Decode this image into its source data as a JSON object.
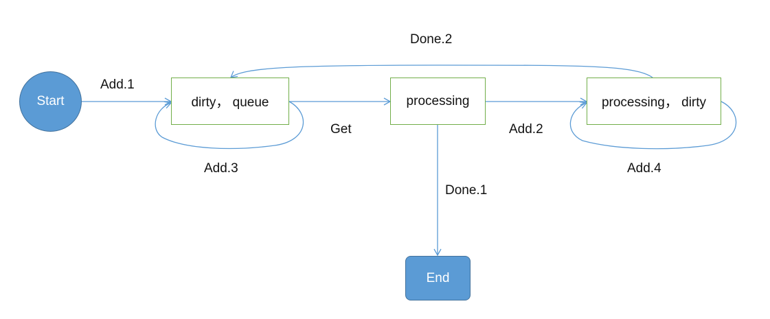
{
  "nodes": {
    "start": "Start",
    "dirty_queue": "dirty， queue",
    "processing": "processing",
    "processing_dirty": "processing， dirty",
    "end": "End"
  },
  "edges": {
    "add1": "Add.1",
    "get": "Get",
    "add2": "Add.2",
    "add3": "Add.3",
    "add4": "Add.4",
    "done1": "Done.1",
    "done2": "Done.2"
  },
  "colors": {
    "terminal_fill": "#5b9bd5",
    "state_border": "#70ad47",
    "arrow": "#5b9bd5"
  }
}
